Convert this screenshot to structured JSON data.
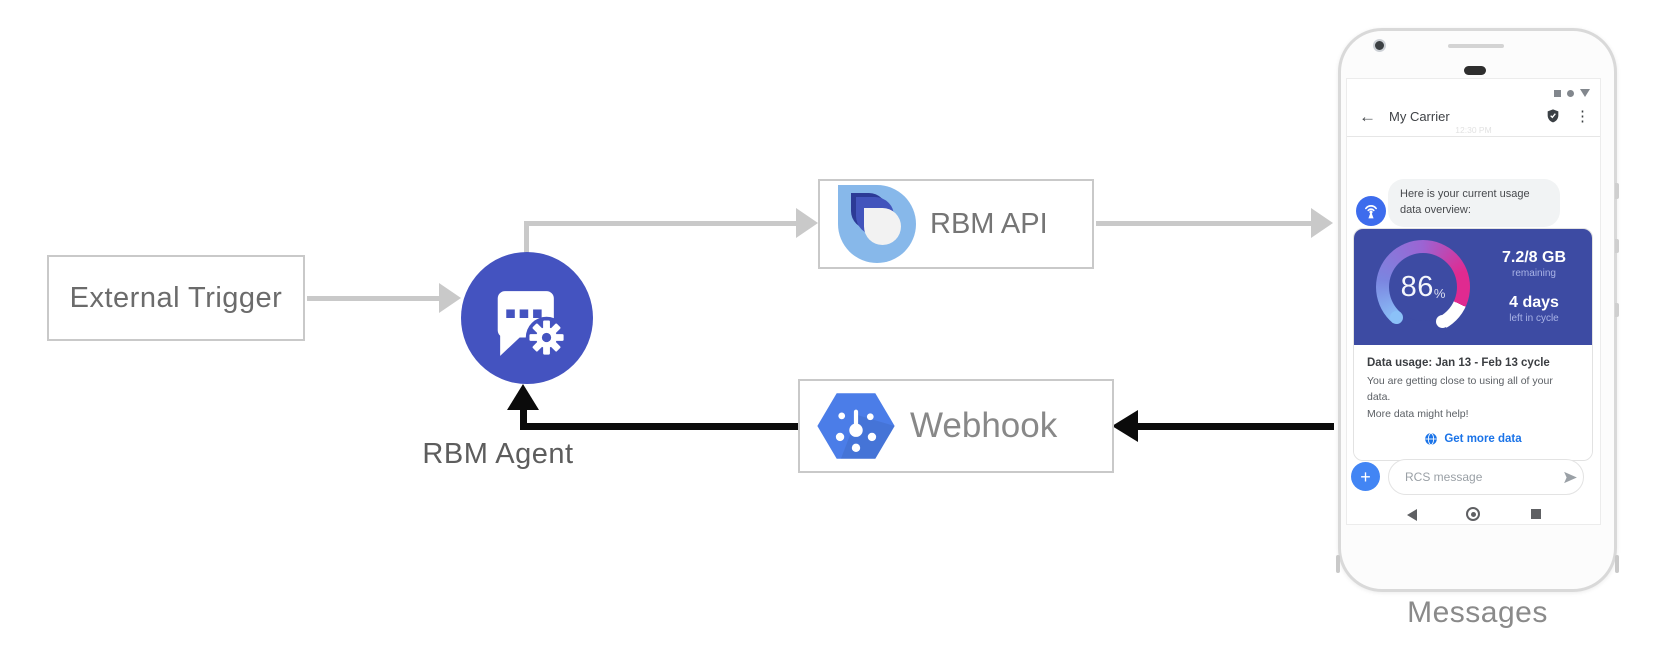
{
  "diagram": {
    "external_trigger_label": "External Trigger",
    "rbm_agent_label": "RBM Agent",
    "rbm_api_label": "RBM API",
    "webhook_label": "Webhook",
    "phone_caption": "Messages"
  },
  "phone": {
    "app_bar_title": "My Carrier",
    "conversation_timestamp": "12:30 PM",
    "agent_message_line1": "Here is your current usage",
    "agent_message_line2": "data overview:",
    "usage_card": {
      "percent_value": "86",
      "percent_unit": "%",
      "remaining_value": "7.2/8 GB",
      "remaining_label": "remaining",
      "cycle_value": "4 days",
      "cycle_label": "left in cycle",
      "title": "Data usage: Jan 13 - Feb 13 cycle",
      "body_line1": "You are getting close to using all of your data.",
      "body_line2": "More data might help!",
      "action_label": "Get more data"
    },
    "composer_placeholder": "RCS message"
  },
  "colors": {
    "agent_circle": "#4453c0",
    "card_indigo": "#3d4ba3",
    "google_blue": "#4285f4",
    "link_blue": "#1a73e8",
    "gauge_start_blue": "#8bc1f8",
    "gauge_magenta": "#e02a90",
    "gray_connector": "#c9c9c9",
    "black_connector": "#0b0b0b"
  }
}
